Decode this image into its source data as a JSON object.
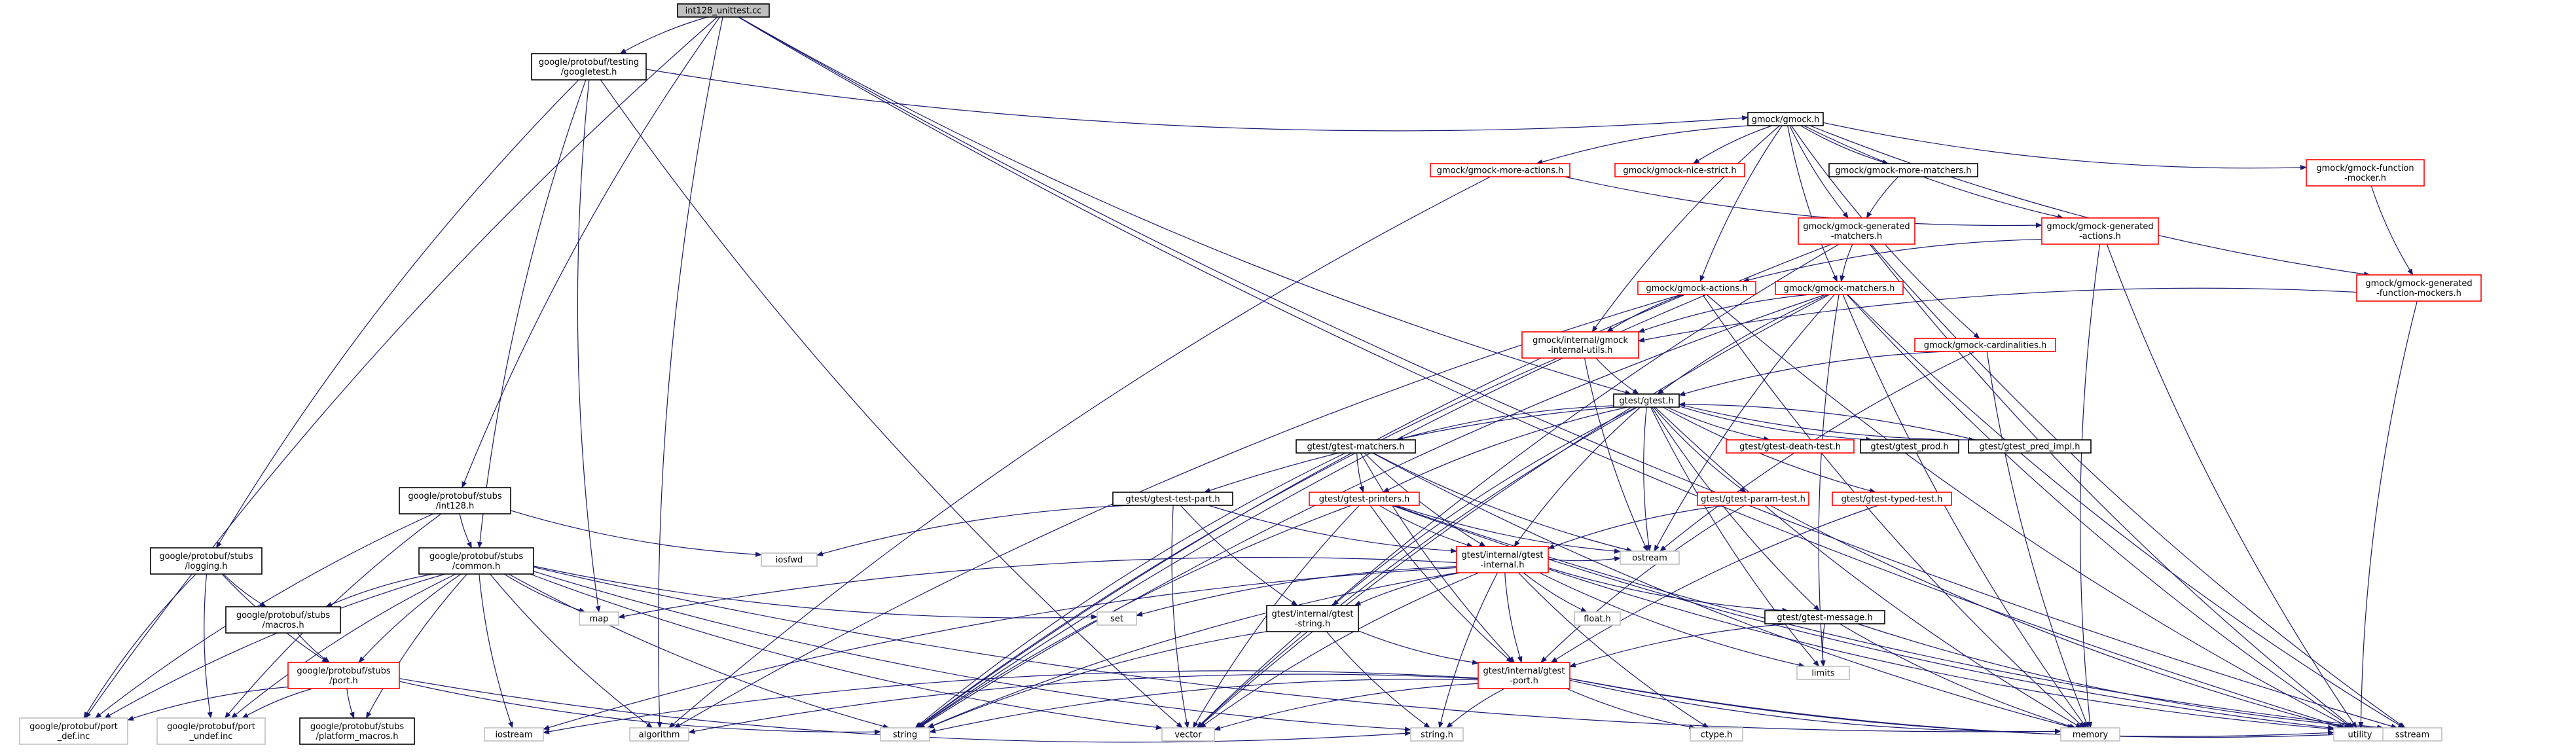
{
  "colors": {
    "edge": "#191970",
    "normal_border": "#000000",
    "truncated_border": "#ff0000",
    "system_border": "#bfbfbf",
    "root_fill": "#bfbfbf",
    "background": "#ffffff"
  },
  "nodes": [
    {
      "id": "root",
      "lines": [
        "int128_unittest.cc"
      ],
      "style": "root"
    },
    {
      "id": "googletest",
      "lines": [
        "google/protobuf/testing",
        "/googletest.h"
      ],
      "style": "black"
    },
    {
      "id": "gmock",
      "lines": [
        "gmock/gmock.h"
      ],
      "style": "black"
    },
    {
      "id": "more_actions",
      "lines": [
        "gmock/gmock-more-actions.h"
      ],
      "style": "red"
    },
    {
      "id": "nice_strict",
      "lines": [
        "gmock/gmock-nice-strict.h"
      ],
      "style": "red"
    },
    {
      "id": "more_matchers",
      "lines": [
        "gmock/gmock-more-matchers.h"
      ],
      "style": "black"
    },
    {
      "id": "function_mocker",
      "lines": [
        "gmock/gmock-function",
        "-mocker.h"
      ],
      "style": "red"
    },
    {
      "id": "gen_matchers",
      "lines": [
        "gmock/gmock-generated",
        "-matchers.h"
      ],
      "style": "red"
    },
    {
      "id": "gen_actions",
      "lines": [
        "gmock/gmock-generated",
        "-actions.h"
      ],
      "style": "red"
    },
    {
      "id": "gen_fn_mockers",
      "lines": [
        "gmock/gmock-generated",
        "-function-mockers.h"
      ],
      "style": "red"
    },
    {
      "id": "actions",
      "lines": [
        "gmock/gmock-actions.h"
      ],
      "style": "red"
    },
    {
      "id": "matchers",
      "lines": [
        "gmock/gmock-matchers.h"
      ],
      "style": "red"
    },
    {
      "id": "internal_utils",
      "lines": [
        "gmock/internal/gmock",
        "-internal-utils.h"
      ],
      "style": "red"
    },
    {
      "id": "cardinalities",
      "lines": [
        "gmock/gmock-cardinalities.h"
      ],
      "style": "red"
    },
    {
      "id": "gtest",
      "lines": [
        "gtest/gtest.h"
      ],
      "style": "black"
    },
    {
      "id": "gtest_matchers",
      "lines": [
        "gtest/gtest-matchers.h"
      ],
      "style": "black"
    },
    {
      "id": "death_test",
      "lines": [
        "gtest/gtest-death-test.h"
      ],
      "style": "red"
    },
    {
      "id": "gtest_prod",
      "lines": [
        "gtest/gtest_prod.h"
      ],
      "style": "black"
    },
    {
      "id": "pred_impl",
      "lines": [
        "gtest/gtest_pred_impl.h"
      ],
      "style": "black"
    },
    {
      "id": "test_part",
      "lines": [
        "gtest/gtest-test-part.h"
      ],
      "style": "black"
    },
    {
      "id": "printers",
      "lines": [
        "gtest/gtest-printers.h"
      ],
      "style": "red"
    },
    {
      "id": "param_test",
      "lines": [
        "gtest/gtest-param-test.h"
      ],
      "style": "red"
    },
    {
      "id": "typed_test",
      "lines": [
        "gtest/gtest-typed-test.h"
      ],
      "style": "red"
    },
    {
      "id": "gtest_internal",
      "lines": [
        "gtest/internal/gtest",
        "-internal.h"
      ],
      "style": "red"
    },
    {
      "id": "gtest_string",
      "lines": [
        "gtest/internal/gtest",
        "-string.h"
      ],
      "style": "black"
    },
    {
      "id": "gtest_message",
      "lines": [
        "gtest/gtest-message.h"
      ],
      "style": "black"
    },
    {
      "id": "gtest_port",
      "lines": [
        "gtest/internal/gtest",
        "-port.h"
      ],
      "style": "red"
    },
    {
      "id": "int128",
      "lines": [
        "google/protobuf/stubs",
        "/int128.h"
      ],
      "style": "black"
    },
    {
      "id": "logging",
      "lines": [
        "google/protobuf/stubs",
        "/logging.h"
      ],
      "style": "black"
    },
    {
      "id": "common",
      "lines": [
        "google/protobuf/stubs",
        "/common.h"
      ],
      "style": "black"
    },
    {
      "id": "macros",
      "lines": [
        "google/protobuf/stubs",
        "/macros.h"
      ],
      "style": "black"
    },
    {
      "id": "port",
      "lines": [
        "google/protobuf/stubs",
        "/port.h"
      ],
      "style": "red"
    },
    {
      "id": "port_def",
      "lines": [
        "google/protobuf/port",
        "_def.inc"
      ],
      "style": "gray"
    },
    {
      "id": "port_undef",
      "lines": [
        "google/protobuf/port",
        "_undef.inc"
      ],
      "style": "gray"
    },
    {
      "id": "platform_macros",
      "lines": [
        "google/protobuf/stubs",
        "/platform_macros.h"
      ],
      "style": "black"
    },
    {
      "id": "iosfwd",
      "lines": [
        "iosfwd"
      ],
      "style": "gray"
    },
    {
      "id": "map",
      "lines": [
        "map"
      ],
      "style": "gray"
    },
    {
      "id": "set",
      "lines": [
        "set"
      ],
      "style": "gray"
    },
    {
      "id": "ostream",
      "lines": [
        "ostream"
      ],
      "style": "gray"
    },
    {
      "id": "float",
      "lines": [
        "float.h"
      ],
      "style": "gray"
    },
    {
      "id": "limits",
      "lines": [
        "limits"
      ],
      "style": "gray"
    },
    {
      "id": "iostream",
      "lines": [
        "iostream"
      ],
      "style": "gray"
    },
    {
      "id": "algorithm",
      "lines": [
        "algorithm"
      ],
      "style": "gray"
    },
    {
      "id": "string",
      "lines": [
        "string"
      ],
      "style": "gray"
    },
    {
      "id": "vector",
      "lines": [
        "vector"
      ],
      "style": "gray"
    },
    {
      "id": "string_h",
      "lines": [
        "string.h"
      ],
      "style": "gray"
    },
    {
      "id": "ctype",
      "lines": [
        "ctype.h"
      ],
      "style": "gray"
    },
    {
      "id": "memory",
      "lines": [
        "memory"
      ],
      "style": "gray"
    },
    {
      "id": "utility",
      "lines": [
        "utility"
      ],
      "style": "gray"
    },
    {
      "id": "sstream",
      "lines": [
        "sstream"
      ],
      "style": "gray"
    }
  ],
  "edges": [
    [
      "root",
      "googletest"
    ],
    [
      "root",
      "int128"
    ],
    [
      "root",
      "algorithm"
    ],
    [
      "root",
      "port_def"
    ],
    [
      "root",
      "gtest"
    ],
    [
      "root",
      "utility"
    ],
    [
      "root",
      "sstream"
    ],
    [
      "googletest",
      "gmock"
    ],
    [
      "googletest",
      "logging"
    ],
    [
      "googletest",
      "common"
    ],
    [
      "googletest",
      "map"
    ],
    [
      "googletest",
      "vector"
    ],
    [
      "gmock",
      "more_actions"
    ],
    [
      "gmock",
      "nice_strict"
    ],
    [
      "gmock",
      "more_matchers"
    ],
    [
      "gmock",
      "function_mocker"
    ],
    [
      "gmock",
      "gen_matchers"
    ],
    [
      "gmock",
      "gen_actions"
    ],
    [
      "gmock",
      "gen_fn_mockers"
    ],
    [
      "gmock",
      "actions"
    ],
    [
      "gmock",
      "matchers"
    ],
    [
      "gmock",
      "internal_utils"
    ],
    [
      "gmock",
      "cardinalities"
    ],
    [
      "more_actions",
      "gen_actions"
    ],
    [
      "more_actions",
      "algorithm"
    ],
    [
      "more_matchers",
      "gen_matchers"
    ],
    [
      "function_mocker",
      "gen_fn_mockers"
    ],
    [
      "gen_matchers",
      "matchers"
    ],
    [
      "gen_matchers",
      "string"
    ],
    [
      "gen_matchers",
      "vector"
    ],
    [
      "gen_matchers",
      "utility"
    ],
    [
      "gen_matchers",
      "sstream"
    ],
    [
      "gen_actions",
      "actions"
    ],
    [
      "gen_actions",
      "memory"
    ],
    [
      "gen_actions",
      "utility"
    ],
    [
      "gen_fn_mockers",
      "internal_utils"
    ],
    [
      "gen_fn_mockers",
      "utility"
    ],
    [
      "actions",
      "internal_utils"
    ],
    [
      "actions",
      "algorithm"
    ],
    [
      "actions",
      "string"
    ],
    [
      "actions",
      "memory"
    ],
    [
      "actions",
      "utility"
    ],
    [
      "matchers",
      "gtest"
    ],
    [
      "matchers",
      "internal_utils"
    ],
    [
      "matchers",
      "ostream"
    ],
    [
      "matchers",
      "string"
    ],
    [
      "matchers",
      "vector"
    ],
    [
      "matchers",
      "memory"
    ],
    [
      "matchers",
      "limits"
    ],
    [
      "matchers",
      "utility"
    ],
    [
      "matchers",
      "sstream"
    ],
    [
      "internal_utils",
      "gtest"
    ],
    [
      "internal_utils",
      "ostream"
    ],
    [
      "internal_utils",
      "string"
    ],
    [
      "cardinalities",
      "gtest"
    ],
    [
      "cardinalities",
      "memory"
    ],
    [
      "cardinalities",
      "ostream"
    ],
    [
      "gtest",
      "gtest_matchers"
    ],
    [
      "gtest",
      "death_test"
    ],
    [
      "gtest",
      "gtest_prod"
    ],
    [
      "gtest",
      "pred_impl"
    ],
    [
      "gtest",
      "test_part"
    ],
    [
      "gtest",
      "printers"
    ],
    [
      "gtest",
      "param_test"
    ],
    [
      "gtest",
      "typed_test"
    ],
    [
      "gtest",
      "gtest_internal"
    ],
    [
      "gtest",
      "gtest_string"
    ],
    [
      "gtest",
      "gtest_message"
    ],
    [
      "gtest",
      "ostream"
    ],
    [
      "gtest",
      "vector"
    ],
    [
      "gtest",
      "memory"
    ],
    [
      "gtest",
      "limits"
    ],
    [
      "pred_impl",
      "gtest"
    ],
    [
      "gtest_matchers",
      "printers"
    ],
    [
      "gtest_matchers",
      "gtest_internal"
    ],
    [
      "gtest_matchers",
      "gtest_port"
    ],
    [
      "gtest_matchers",
      "ostream"
    ],
    [
      "gtest_matchers",
      "string"
    ],
    [
      "gtest_matchers",
      "memory"
    ],
    [
      "test_part",
      "iosfwd"
    ],
    [
      "test_part",
      "gtest_internal"
    ],
    [
      "test_part",
      "gtest_string"
    ],
    [
      "test_part",
      "vector"
    ],
    [
      "printers",
      "gtest_internal"
    ],
    [
      "printers",
      "gtest_port"
    ],
    [
      "printers",
      "ostream"
    ],
    [
      "printers",
      "sstream"
    ],
    [
      "printers",
      "string"
    ],
    [
      "printers",
      "vector"
    ],
    [
      "printers",
      "utility"
    ],
    [
      "param_test",
      "gtest_internal"
    ],
    [
      "param_test",
      "gtest_port"
    ],
    [
      "param_test",
      "utility"
    ],
    [
      "typed_test",
      "gtest_port"
    ],
    [
      "gtest_internal",
      "gtest_port"
    ],
    [
      "gtest_internal",
      "gtest_string"
    ],
    [
      "gtest_internal",
      "gtest_message"
    ],
    [
      "gtest_internal",
      "map"
    ],
    [
      "gtest_internal",
      "set"
    ],
    [
      "gtest_internal",
      "float"
    ],
    [
      "gtest_internal",
      "limits"
    ],
    [
      "gtest_internal",
      "ctype"
    ],
    [
      "gtest_internal",
      "string_h"
    ],
    [
      "gtest_internal",
      "string"
    ],
    [
      "gtest_internal",
      "vector"
    ],
    [
      "gtest_internal",
      "ostream"
    ],
    [
      "gtest_internal",
      "utility"
    ],
    [
      "gtest_internal",
      "iostream"
    ],
    [
      "gtest_string",
      "gtest_port"
    ],
    [
      "gtest_string",
      "string_h"
    ],
    [
      "gtest_string",
      "string"
    ],
    [
      "gtest_message",
      "gtest_port"
    ],
    [
      "gtest_message",
      "limits"
    ],
    [
      "gtest_message",
      "memory"
    ],
    [
      "gtest_message",
      "sstream"
    ],
    [
      "gtest_port",
      "ctype"
    ],
    [
      "gtest_port",
      "string_h"
    ],
    [
      "gtest_port",
      "iostream"
    ],
    [
      "gtest_port",
      "memory"
    ],
    [
      "gtest_port",
      "string"
    ],
    [
      "gtest_port",
      "vector"
    ],
    [
      "gtest_port",
      "utility"
    ],
    [
      "gtest_port",
      "algorithm"
    ],
    [
      "gtest_port",
      "sstream"
    ],
    [
      "int128",
      "common"
    ],
    [
      "int128",
      "iosfwd"
    ],
    [
      "int128",
      "port_def"
    ],
    [
      "int128",
      "port_undef"
    ],
    [
      "logging",
      "macros"
    ],
    [
      "logging",
      "port"
    ],
    [
      "logging",
      "port_def"
    ],
    [
      "logging",
      "port_undef"
    ],
    [
      "common",
      "macros"
    ],
    [
      "common",
      "port"
    ],
    [
      "common",
      "platform_macros"
    ],
    [
      "common",
      "port_def"
    ],
    [
      "common",
      "port_undef"
    ],
    [
      "common",
      "algorithm"
    ],
    [
      "common",
      "iostream"
    ],
    [
      "common",
      "map"
    ],
    [
      "common",
      "memory"
    ],
    [
      "common",
      "set"
    ],
    [
      "common",
      "string"
    ],
    [
      "common",
      "vector"
    ],
    [
      "common",
      "string_h"
    ],
    [
      "macros",
      "port"
    ],
    [
      "port",
      "port_def"
    ],
    [
      "port",
      "port_undef"
    ],
    [
      "port",
      "platform_macros"
    ],
    [
      "port",
      "string"
    ],
    [
      "port",
      "string_h"
    ]
  ]
}
